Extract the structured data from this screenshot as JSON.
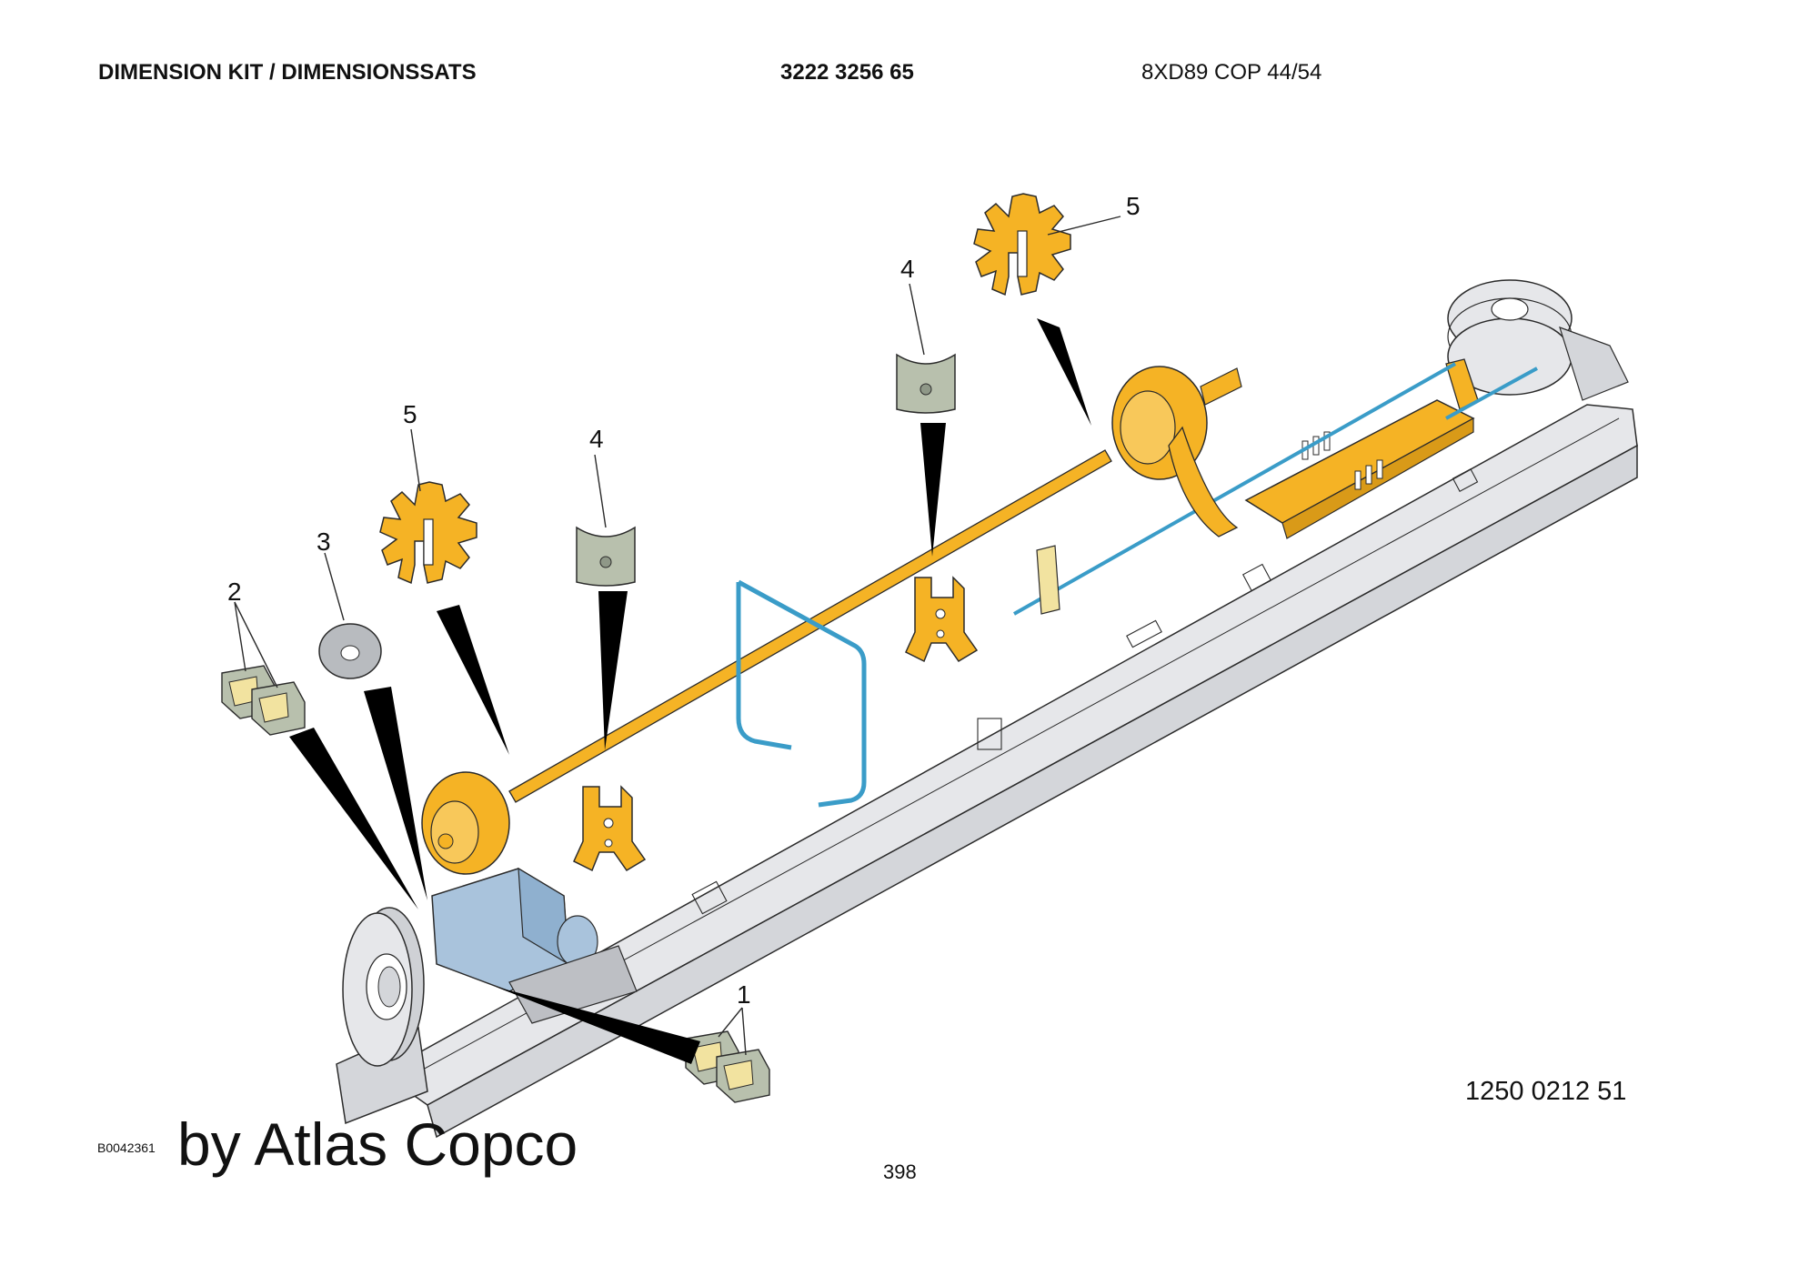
{
  "header": {
    "title": "DIMENSION KIT / DIMENSIONSSATS",
    "part_number": "3222 3256 65",
    "model": "8XD89 COP 44/54"
  },
  "callouts": [
    "1",
    "2",
    "3",
    "4",
    "4",
    "5",
    "5"
  ],
  "footer": {
    "document_number": "1250 0212 51",
    "image_id": "B0042361",
    "watermark": "by Atlas Copco",
    "page_number": "398"
  },
  "colors": {
    "highlight_yellow": "#f5b325",
    "hose_blue": "#3a9cc8",
    "motor_blue": "#a9c3dc",
    "gray_part": "#b8c0ad",
    "beam_gray": "#e6e7ea",
    "outline": "#2b2b2b"
  }
}
